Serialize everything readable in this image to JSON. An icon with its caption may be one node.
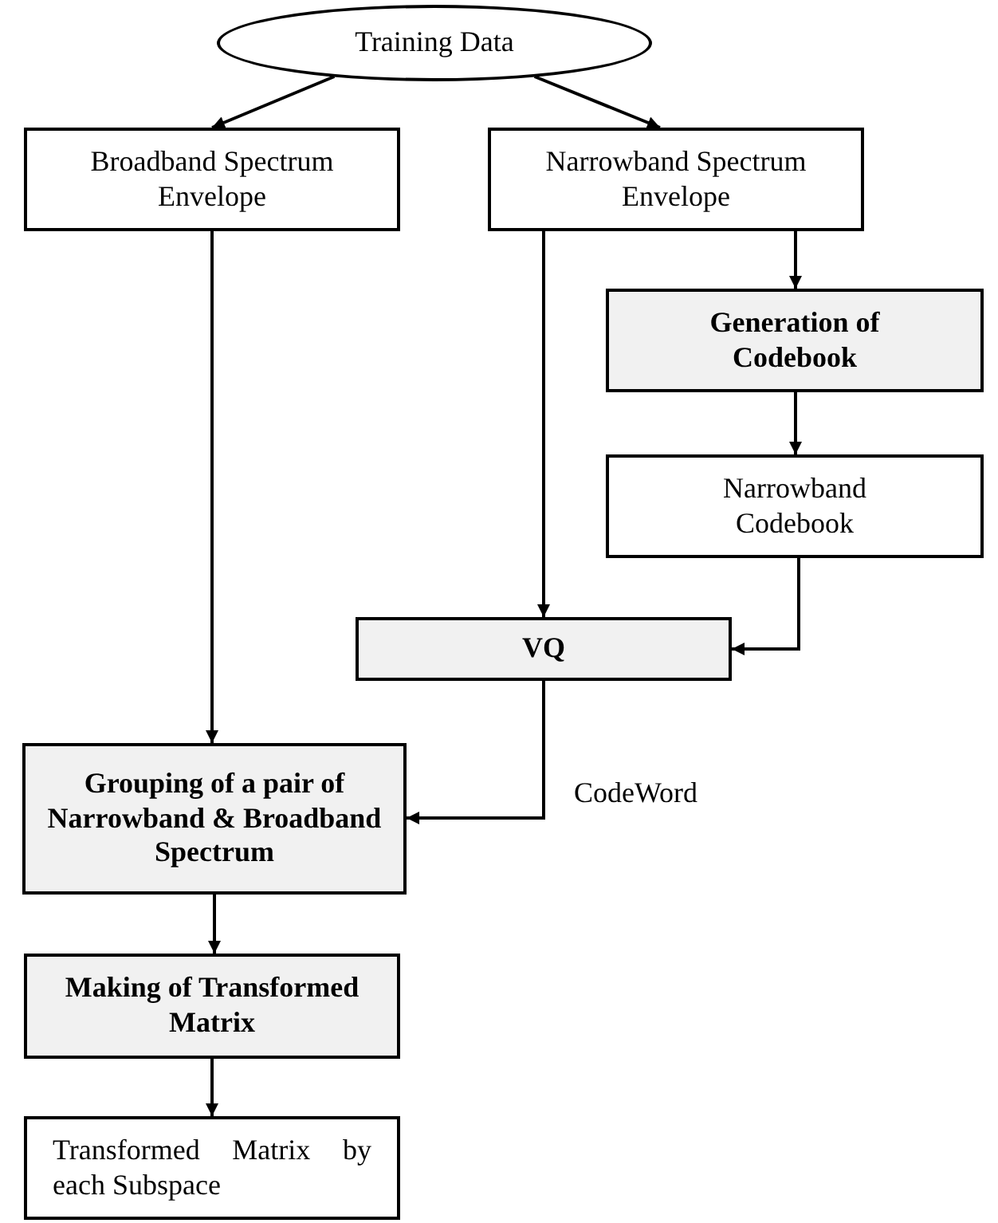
{
  "diagram": {
    "nodes": [
      {
        "text": [
          "Training Data"
        ]
      },
      {
        "text": [
          "Broadband Spectrum Envelope"
        ]
      },
      {
        "text": [
          "Narrowband Spectrum Envelope"
        ]
      },
      {
        "text": [
          "Generation of Codebook"
        ]
      },
      {
        "text": [
          "Narrowband Codebook"
        ]
      },
      {
        "text": [
          "VQ"
        ]
      },
      {
        "text": [
          "Grouping of a pair of Narrowband & Broadband Spectrum"
        ]
      },
      {
        "text": [
          "Making of Transformed Matrix"
        ]
      },
      {
        "text": [
          "Transformed Matrix by each Subspace"
        ]
      }
    ],
    "edges": [
      {
        "from": 0,
        "to": 1,
        "arrow": "to"
      },
      {
        "from": 0,
        "to": 2,
        "arrow": "to"
      },
      {
        "from": 1,
        "to": 6,
        "arrow": "to"
      },
      {
        "from": 2,
        "to": 5,
        "arrow": "to"
      },
      {
        "from": 2,
        "to": 3,
        "arrow": "to"
      },
      {
        "from": 3,
        "to": 4,
        "arrow": "to"
      },
      {
        "from": 4,
        "to": 5,
        "arrow": "to"
      },
      {
        "from": 5,
        "to": 6,
        "arrow": "to",
        "label": "CodeWord"
      },
      {
        "from": 6,
        "to": 7,
        "arrow": "to"
      },
      {
        "from": 7,
        "to": 8,
        "arrow": "to"
      }
    ]
  }
}
